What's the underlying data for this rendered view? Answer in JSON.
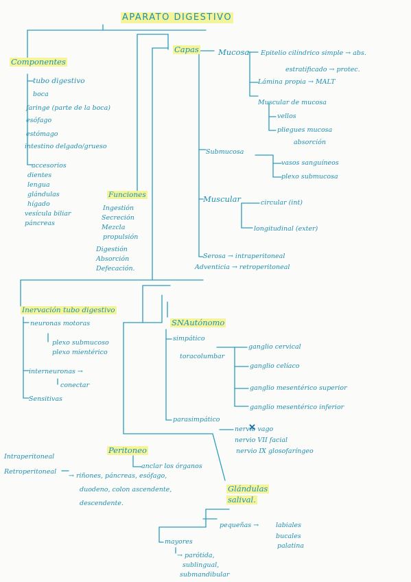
{
  "title": "APARATO DIGESTIVO",
  "componentes": {
    "heading": "Componentes",
    "tubo": "tubo digestivo",
    "tubo_items": [
      "boca",
      "faringe (parte de la boca)",
      "esófago",
      "estómago",
      "intestino delgado/grueso"
    ],
    "accesorios": "accesorios",
    "accesorios_items": [
      "dientes",
      "lengua",
      "glándulas",
      "hígado",
      "vesícula biliar",
      "páncreas"
    ]
  },
  "funciones": {
    "heading": "Funciones",
    "items": [
      "Ingestión",
      "Secreción",
      "Mezcla",
      "propulsión",
      "Digestión",
      "Absorción",
      "Defecación."
    ]
  },
  "capas": {
    "heading": "Capas",
    "mucosa": "Mucosa",
    "epitelio_line1": "Epitelio cilíndrico simple → abs.",
    "epitelio_line2": "estratificado → protec.",
    "lamina": "Lámina propia → MALT",
    "muscular_mucosa": "Muscular de mucosa",
    "vellos": "vellos",
    "pliegues": "pliegues mucosa",
    "absorcion": "absorción",
    "submucosa": "Submucosa",
    "vasos": "vasos sanguíneos",
    "plexo_sub": "plexo submucosa",
    "muscular": "Muscular",
    "circular": "circular (int)",
    "longitudinal": "longitudinal (exter)",
    "serosa": "Serosa → intraperitoneal",
    "adventicia": "Adventicia → retroperitoneal"
  },
  "inervacion": {
    "heading": "Inervación tubo digestivo",
    "neuronas": "neuronas motoras",
    "plexo1": "plexo submucoso",
    "plexo2": "plexo mientérico",
    "interneuronas": "interneuronas →",
    "conecta": "conectar",
    "sensitivas": "Sensitivas"
  },
  "sna": {
    "heading": "SNAutónomo",
    "simpatico": "simpático",
    "toracolumbar": "toracolumbar",
    "ganglios": [
      "ganglio cervical",
      "ganglio celíaco",
      "ganglio mesentérico superior",
      "ganglio mesentérico inferior"
    ],
    "parasimpatico": "parasimpático",
    "nervio_vago": "nervio vago",
    "nervio_vii": "nervio VII facial",
    "nervio_ix": "nervio IX glosofaríngeo",
    "mark": "✕"
  },
  "peritoneo": {
    "heading": "Peritoneo",
    "anclar": "anclar los órganos",
    "intra": "Intraperitoneal",
    "retro": "Retroperitoneal",
    "retro_line1": "→ riñones, páncreas, esófago,",
    "retro_line2": "duodeno, colon ascendente,",
    "retro_line3": "descendente."
  },
  "glandulas": {
    "heading_line1": "Glándulas",
    "heading_line2": "salival.",
    "pequenas": "pequeñas →",
    "labiales": "labiales",
    "bucales": "bucales",
    "palatina": "palatina",
    "mayores": "mayores",
    "parotida": "→ parótida,",
    "sublingual": "sublingual,",
    "submandibular": "submandibular"
  },
  "colors": {
    "ink": "#1f8fb0",
    "highlight": "#f4f59a",
    "paper": "#fbfbf9"
  }
}
